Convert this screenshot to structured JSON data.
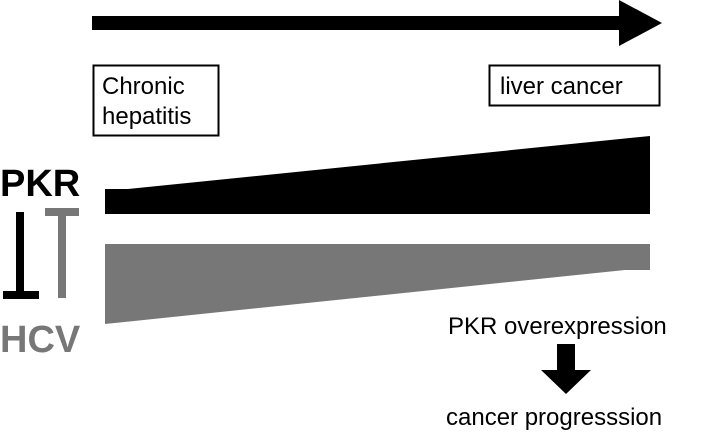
{
  "colors": {
    "black": "#000000",
    "gray": "#777777",
    "background": "#ffffff"
  },
  "stages": {
    "start_line1": "Chronic",
    "start_line2": "hepatitis",
    "end": "liver cancer"
  },
  "factors": {
    "pkr": "PKR",
    "hcv": "HCV"
  },
  "outcome": {
    "cause": "PKR overexpression",
    "result": "cancer progresssion"
  },
  "icons": {
    "timeline": "right-arrow-icon",
    "inhibition_down": "t-bar-inhibition-icon",
    "inhibition_up": "t-bar-inhibition-icon",
    "result": "down-arrow-icon"
  }
}
